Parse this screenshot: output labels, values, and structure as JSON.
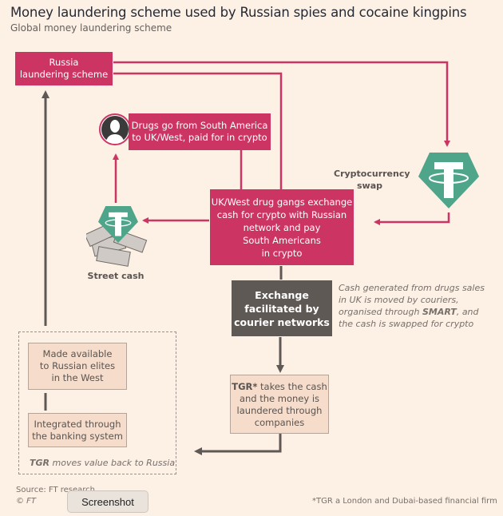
{
  "header": {
    "title": "Money laundering scheme used by Russian spies and cocaine kingpins",
    "subtitle": "Global money laundering scheme"
  },
  "nodes": {
    "russia": "Russia\nlaundering scheme",
    "drugs": "Drugs go from South America\nto UK/West, paid for in crypto",
    "center": "UK/West drug gangs exchange\ncash for crypto with Russian\nnetwork and pay\nSouth Americans\nin crypto",
    "crypto_swap_label": "Cryptocurrency\nswap",
    "street_cash_label": "Street cash",
    "exchange": "Exchange\nfacilitated by\ncourier networks",
    "exchange_note_pre": "Cash generated from drugs sales in UK is moved by couriers, organised through ",
    "exchange_note_bold": "SMART",
    "exchange_note_post": ", and the cash is swapped for crypto",
    "tgr_takes_bold": "TGR*",
    "tgr_takes_rest": " takes the cash and the money is laundered through companies",
    "made_available": "Made available\nto Russian elites\nin the West",
    "integrated": "Integrated through\nthe banking system",
    "tgr_moves_bold": "TGR",
    "tgr_moves_rest": " moves value back to Russia"
  },
  "footer": {
    "source": "Source: FT research",
    "copyright": "© FT",
    "footnote": "*TGR a London and Dubai-based financial firm"
  },
  "tooltip": {
    "label": "Screenshot"
  },
  "colors": {
    "pink": "#cc3563",
    "dark": "#5f5955",
    "tether_green": "#4ea58a",
    "background": "#fdf0e5"
  }
}
